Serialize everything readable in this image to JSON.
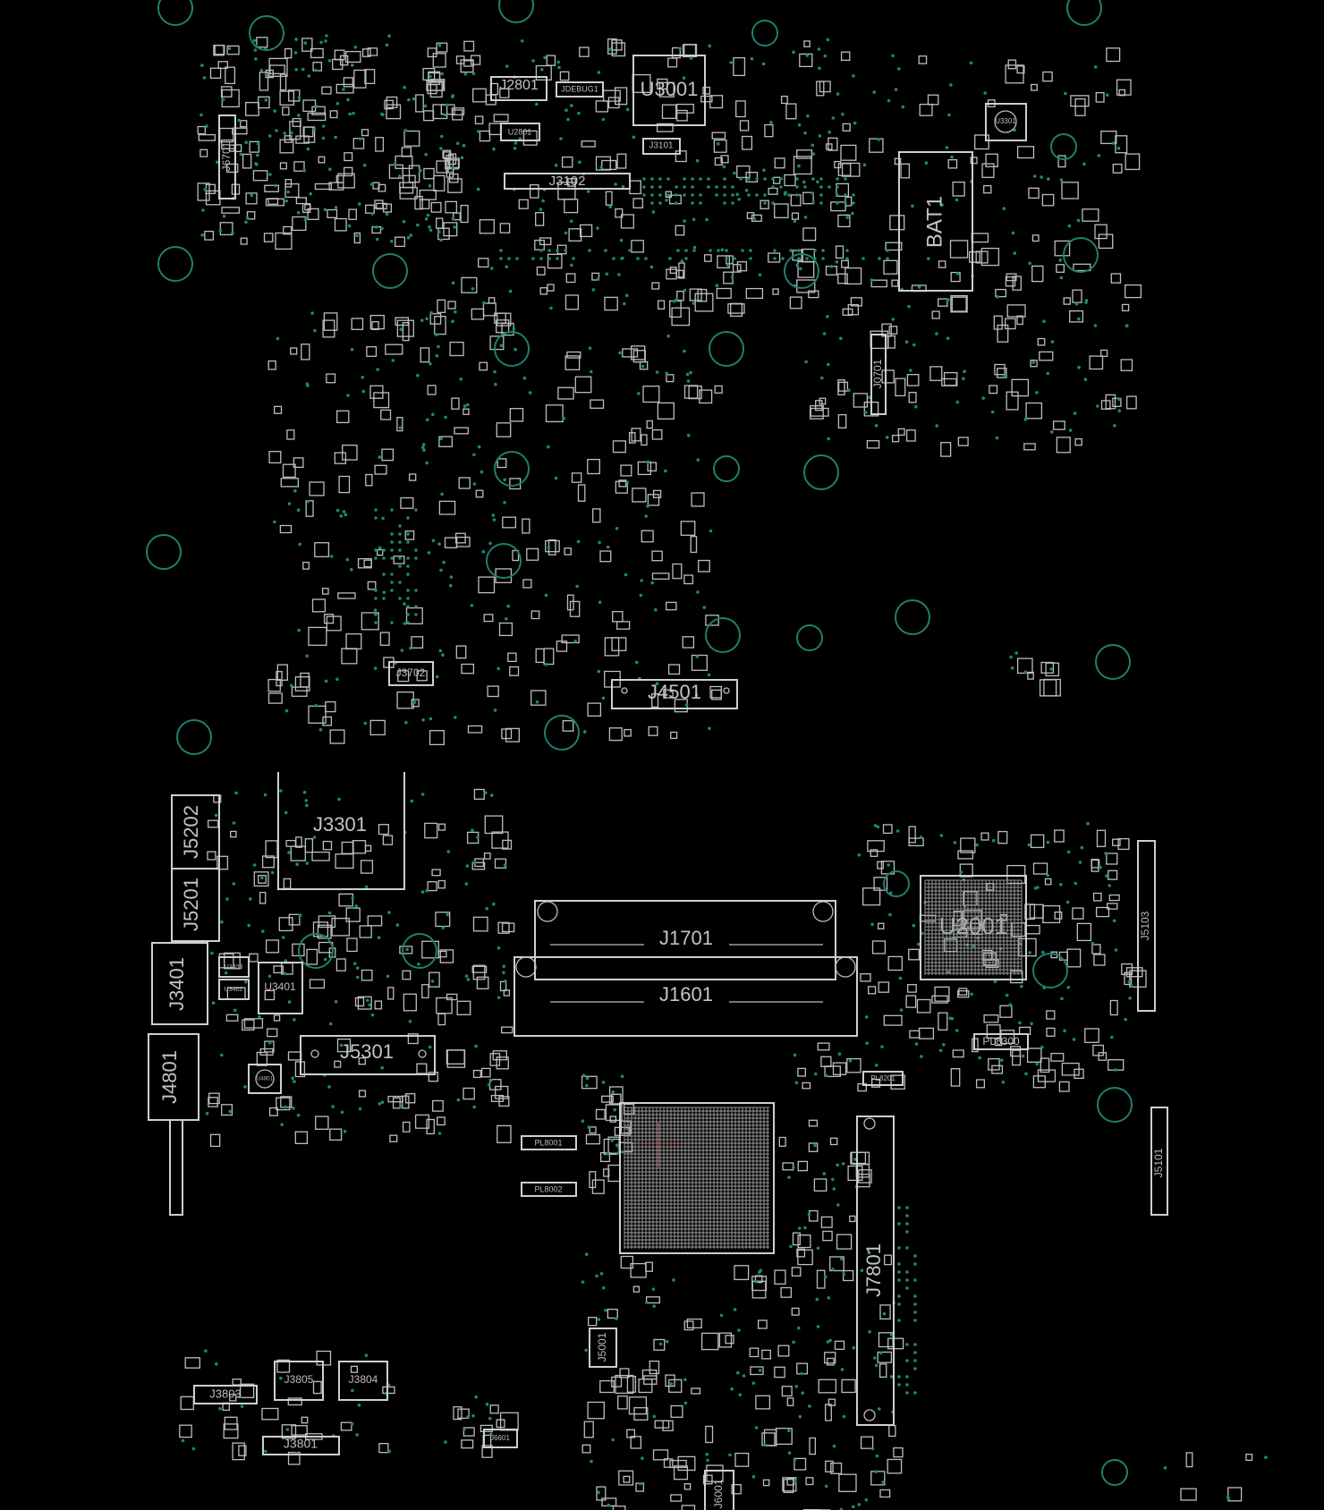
{
  "board": {
    "labels": {
      "U3001": "U3001",
      "J2801": "J2801",
      "JDEBUG1": "JDEBUG1",
      "U2801": "U2801",
      "J3101": "J3101",
      "J3102": "J3102",
      "BAT1": "BAT1",
      "U3301": "U3301",
      "J6701": "J6701",
      "J0701": "J0701",
      "J3702": "J3702",
      "J4501": "J4501",
      "J5202": "J5202",
      "J5201": "J5201",
      "J3301": "J3301",
      "J3401": "J3401",
      "U3401": "U3401",
      "U3403": "U3403",
      "U3402": "U3402",
      "J4801": "J4801",
      "J5301": "J5301",
      "J1701": "J1701",
      "J1601": "J1601",
      "U2001": "U2001",
      "J5103": "J5103",
      "J5101": "J5101",
      "J7801": "J7801",
      "PL8300": "PL8300",
      "PL8001": "PL8001",
      "PL8002": "PL8002",
      "PL8201": "PL8201",
      "J3803": "J3803",
      "J3805": "J3805",
      "J3804": "J3804",
      "J3801": "J3801",
      "J6601": "J6601",
      "J6001": "J6001",
      "J5001": "J5001",
      "U4801": "U4801"
    },
    "colors": {
      "background": "#000000",
      "outline": "#cfcfcf",
      "via": "#1c8a72",
      "hole": "#1f7f70"
    }
  }
}
